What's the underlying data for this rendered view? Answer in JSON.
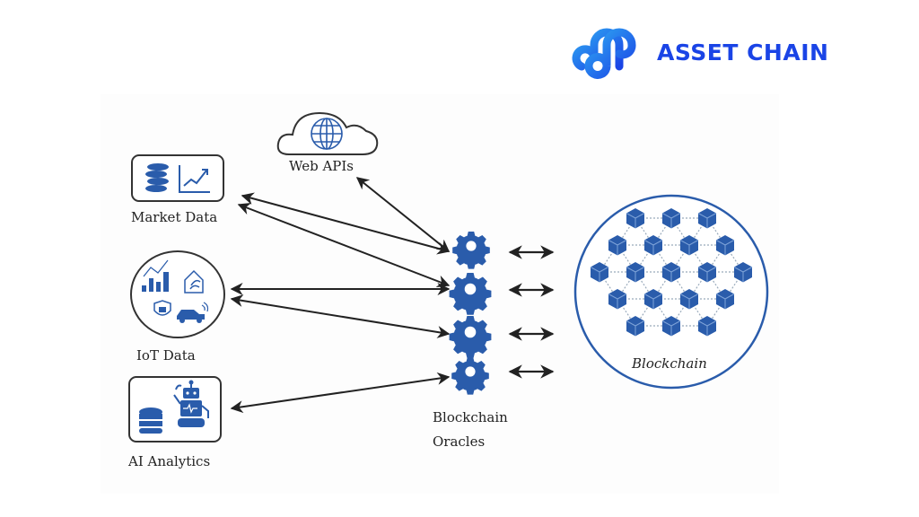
{
  "brand": {
    "name": "ASSET CHAIN",
    "logo_icon": "linked-loops-logo-icon",
    "colors": {
      "primary": "#1a44e6",
      "light": "#2fa6f2"
    }
  },
  "diagram": {
    "sources": [
      {
        "id": "market",
        "label": "Market Data",
        "icons": [
          "coin-stack-icon",
          "line-chart-up-icon"
        ],
        "shape": "rounded-rect"
      },
      {
        "id": "iot",
        "label": "IoT Data",
        "icons": [
          "bar-chart-icon",
          "smart-home-icon",
          "shield-lock-icon",
          "connected-car-icon"
        ],
        "shape": "circle"
      },
      {
        "id": "ai",
        "label": "AI Analytics",
        "icons": [
          "database-icon",
          "robot-icon"
        ],
        "shape": "rounded-rect"
      }
    ],
    "web_apis": {
      "label": "Web APIs",
      "icons": [
        "cloud-icon",
        "globe-icon"
      ]
    },
    "oracles": {
      "label_line1": "Blockchain",
      "label_line2": "Oracles",
      "count": 4,
      "icon": "gear-icon"
    },
    "blockchain": {
      "label": "Blockchain",
      "node_icon": "cube-icon",
      "node_rows": [
        3,
        4,
        5,
        4,
        3
      ]
    },
    "colors": {
      "accent": "#2a5cab",
      "arrow": "#222222",
      "outline": "#333333"
    }
  }
}
